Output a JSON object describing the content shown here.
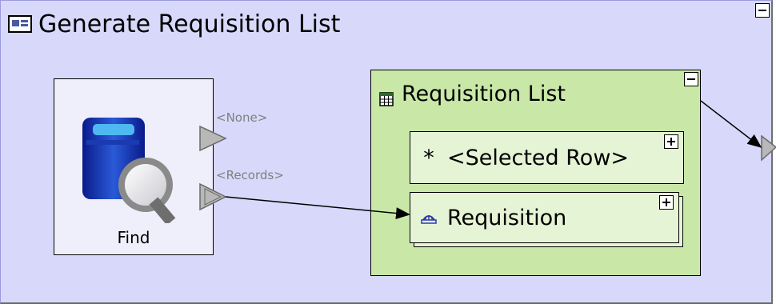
{
  "outer": {
    "title": "Generate Requisition List",
    "collapse_symbol": "minus"
  },
  "find": {
    "label": "Find",
    "icon": "find-records-icon",
    "ports": [
      {
        "label": "<None>"
      },
      {
        "label": "<Records>"
      }
    ]
  },
  "requisition_list": {
    "title": "Requisition List",
    "icon": "table-icon",
    "collapse_symbol": "minus",
    "rows": [
      {
        "label": "<Selected Row>",
        "glyph": "*",
        "icon": "asterisk-icon",
        "toggle": "plus"
      },
      {
        "label": "Requisition",
        "glyph": "⌂",
        "icon": "entity-icon",
        "toggle": "plus"
      }
    ]
  },
  "colors": {
    "outer_bg": "#d8d8fb",
    "find_bg": "#efeffb",
    "node_bg": "#c9e8a8",
    "row_bg": "#e6f4d6",
    "port_fill": "#b8b8b8",
    "port_label": "#808080"
  }
}
